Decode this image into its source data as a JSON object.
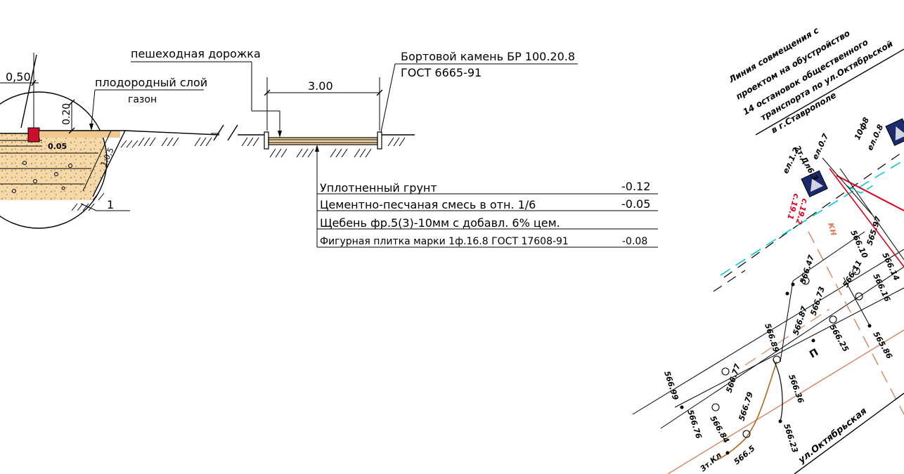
{
  "section": {
    "dim_050": "0,50",
    "dim_020": "0.20",
    "dim_005": "0.05",
    "dim_slope": "1:0,5",
    "dim_300": "3.00",
    "label_fertile": "плодородный слой",
    "label_lawn": "газон",
    "label_walkway": "пешеходная дорожка",
    "label_curb": "Бортовой камень БР 100.20.8",
    "label_gost": "ГОСТ 6665-91",
    "callout_1": "1"
  },
  "layers": [
    {
      "name": "Уплотненный грунт",
      "value": "-0.12"
    },
    {
      "name": "Цементно-песчаная смесь в отн. 1/6",
      "value": "-0.05"
    },
    {
      "name": "Щебень фр.5(3)-10мм с добавл. 6% цем.",
      "value": ""
    },
    {
      "name": "Фигурная плитка марки 1ф.16.8 ГОСТ 17608-91",
      "value": "-0.08"
    }
  ],
  "plan": {
    "note_lines": [
      "Линия совмещения с",
      "проектом на обустройство",
      "14 остановок общественного",
      "транспорта по ул.Октябрьской",
      "в г.Ставрополе"
    ],
    "street": "ул.Октябрьская",
    "marks": [
      "10ф8",
      "ел.0.8",
      "ел.0.7",
      "2т.Дл6.3",
      "ел.1.2",
      "с.19.1",
      "с.19.2",
      "кн"
    ],
    "elevations": [
      "565.97",
      "566.10",
      "566.47",
      "566.14",
      "566.16",
      "566.11",
      "566.87",
      "566.73",
      "566.25",
      "565.86",
      "566.89",
      "566.99",
      "566.36",
      "566.77",
      "566.79",
      "566.76",
      "566.84",
      "566.23",
      "566.5",
      "3т.Кл"
    ],
    "colors": {
      "red": "#e0001b",
      "cyan": "#00c8d8",
      "orange": "#d9845f",
      "brown": "#b5651d",
      "sand": "#f0c890",
      "navy": "#1b2a6b"
    }
  }
}
